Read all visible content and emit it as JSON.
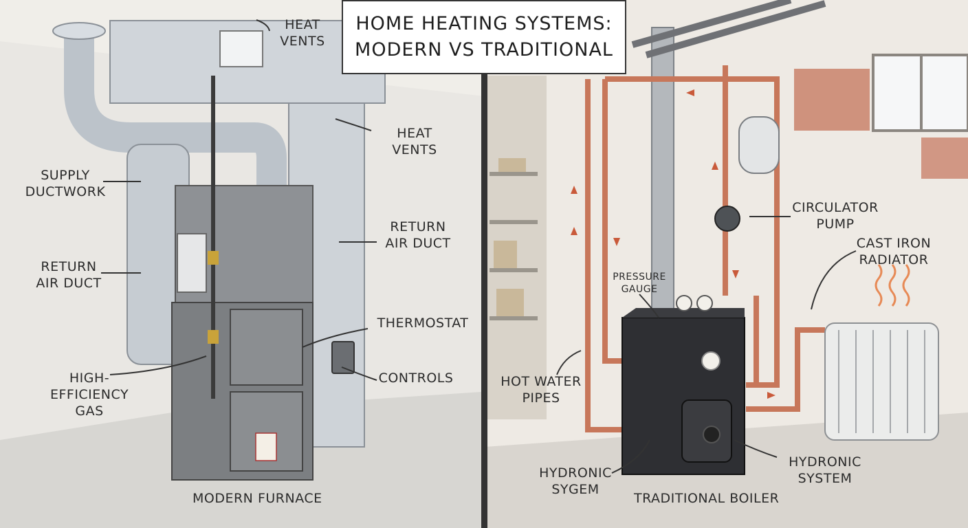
{
  "title": {
    "line1": "HOME HEATING SYSTEMS:",
    "line2": "MODERN VS TRADITIONAL"
  },
  "left": {
    "caption": "MODERN FURNACE",
    "labels": {
      "heat_vents_top": [
        "HEAT",
        "VENTS"
      ],
      "heat_vents_right": [
        "HEAT",
        "VENTS"
      ],
      "supply_ductwork": [
        "SUPPLY",
        "DUCTWORK"
      ],
      "return_air_duct_left": [
        "RETURN",
        "AIR DUCT"
      ],
      "return_air_duct_right": [
        "RETURN",
        "AIR DUCT"
      ],
      "thermostat": [
        "THERMOSTAT"
      ],
      "controls": [
        "CONTROLS"
      ],
      "high_efficiency_gas": [
        "HIGH-",
        "EFFICIENCY",
        "GAS"
      ]
    }
  },
  "right": {
    "caption": "TRADITIONAL BOILER",
    "labels": {
      "pressure_gauge": [
        "PRESSURE",
        "GAUGE"
      ],
      "circulator_pump": [
        "CIRCULATOR",
        "PUMP"
      ],
      "cast_iron_radiator": [
        "CAST IRON",
        "RADIATOR"
      ],
      "hot_water_pipes": [
        "HOT WATER",
        "PIPES"
      ],
      "hydronic_sygem": [
        "HYDRONIC",
        "SYGEM"
      ],
      "hydronic_system": [
        "HYDRONIC",
        "SYSTEM"
      ]
    }
  },
  "colors": {
    "wall": "#ece9e2",
    "duct": "#c9ced3",
    "furnace": "#7c7f82",
    "boiler": "#2e2f33",
    "copper": "#c7775a",
    "brick": "#c9826b"
  }
}
